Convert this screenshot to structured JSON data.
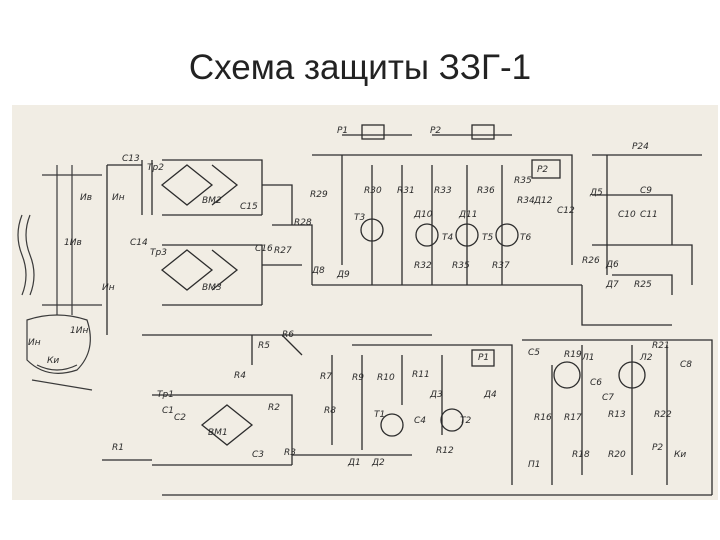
{
  "slide": {
    "title": "Схема защиты ЗЗГ-1"
  },
  "colors": {
    "paper": "#f1ede4",
    "ink": "#2d2d2d",
    "title": "#222222"
  },
  "labels": {
    "top": [
      "Р1",
      "Р2",
      "Р24",
      "Р2",
      "R30",
      "R31",
      "R33",
      "R36",
      "R29",
      "R35",
      "R34",
      "С13",
      "Тр2",
      "С15",
      "С16",
      "R27",
      "R28",
      "С14",
      "Тр3",
      "ВМ2",
      "ВМ3",
      "Д5",
      "С9",
      "С10",
      "С11",
      "С12",
      "Д11",
      "Д12",
      "Д10",
      "Т3",
      "Т4",
      "Т5",
      "Т6",
      "R32",
      "R35",
      "R37",
      "R26",
      "Д8",
      "Д9",
      "R25",
      "Д6",
      "Д7"
    ],
    "bottom": [
      "R6",
      "R5",
      "R4",
      "R3",
      "R7",
      "R8",
      "R9",
      "R10",
      "R11",
      "Р1",
      "Д3",
      "Д4",
      "Т1",
      "Т2",
      "С4",
      "R12",
      "Д1",
      "Д2",
      "С1",
      "С2",
      "С3",
      "Тр1",
      "ВМ1",
      "R2",
      "R1",
      "R13",
      "R16",
      "R17",
      "R18",
      "R19",
      "R20",
      "R21",
      "R22",
      "С5",
      "С6",
      "С7",
      "С8",
      "Л1",
      "Л2",
      "П1",
      "Р2",
      "Ки"
    ],
    "hand": [
      "Ив",
      "Ин",
      "1Ив",
      "1Ин",
      "Ки",
      "Ин",
      "Ин"
    ]
  }
}
